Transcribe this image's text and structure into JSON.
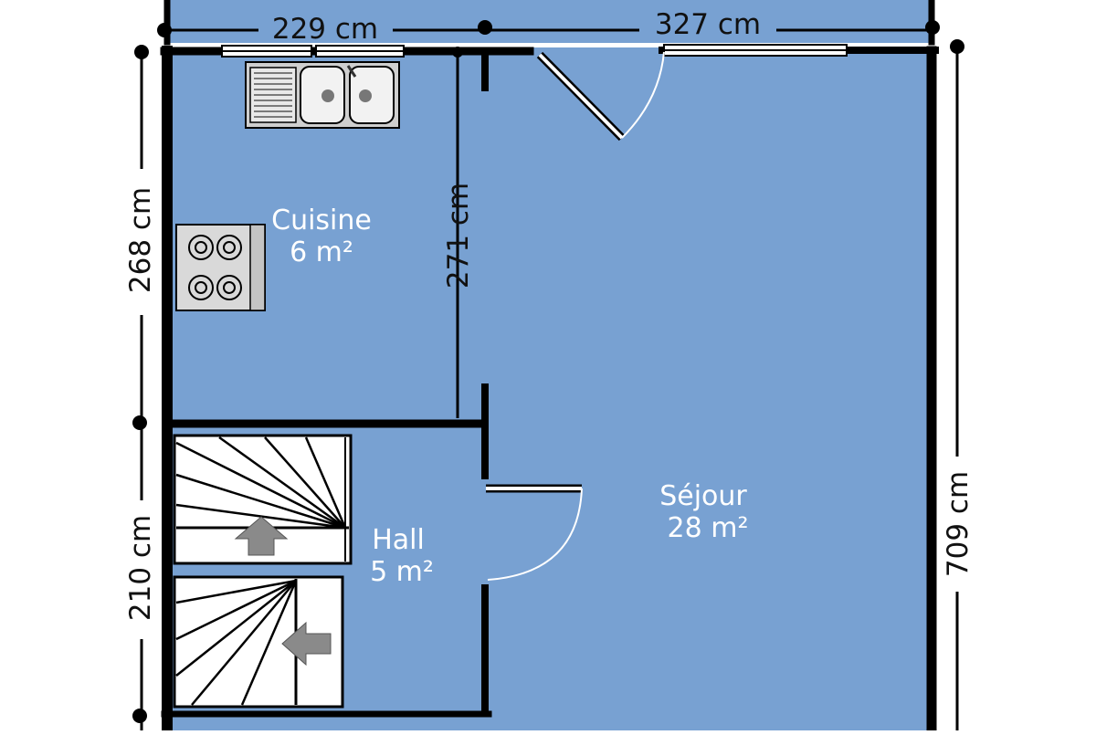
{
  "colors": {
    "floor": "#78a1d2",
    "wall": "#000000",
    "room_text": "#ffffff",
    "dim_text": "#111111",
    "arrow": "#8a8a8a",
    "appliance": "#d9d9d9"
  },
  "dimensions": {
    "top_left": "229 cm",
    "top_right": "327 cm",
    "left_upper": "268 cm",
    "left_lower": "210 cm",
    "center": "271 cm",
    "right": "709 cm"
  },
  "rooms": {
    "kitchen": {
      "name": "Cuisine",
      "area": "6 m²"
    },
    "hall": {
      "name": "Hall",
      "area": "5 m²"
    },
    "living": {
      "name": "Séjour",
      "area": "28 m²"
    }
  },
  "icons": {
    "sink": "double-sink-icon",
    "stove": "four-burner-stove-icon",
    "stairs": "staircase-icon",
    "arrows": "up-arrow-icon"
  }
}
